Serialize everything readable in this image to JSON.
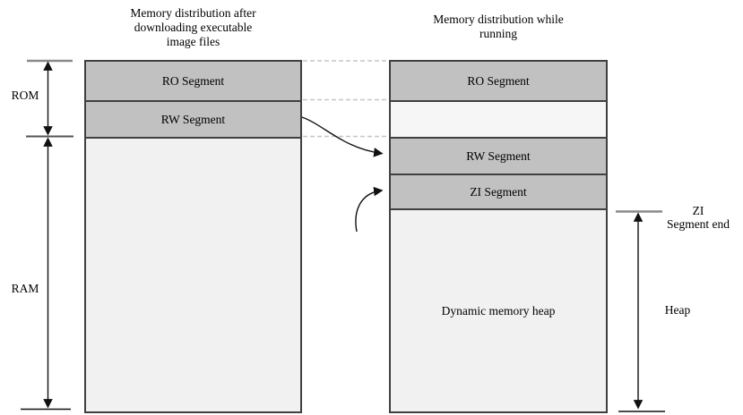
{
  "titles": {
    "left": "Memory distribution after\ndownloading executable\nimage files",
    "right": "Memory distribution while\nrunning"
  },
  "left_column": {
    "segments": [
      {
        "label": "RO Segment"
      },
      {
        "label": "RW Segment"
      },
      {
        "label": ""
      }
    ]
  },
  "right_column": {
    "segments": [
      {
        "label": "RO Segment"
      },
      {
        "label": ""
      },
      {
        "label": "RW Segment"
      },
      {
        "label": "ZI Segment"
      },
      {
        "label": "Dynamic memory heap"
      }
    ]
  },
  "dimension_labels": {
    "rom": "ROM",
    "ram": "RAM",
    "zi_segment_end": "ZI\nSegment end",
    "heap": "Heap"
  },
  "colors": {
    "segment_dark": "#c1c1c1",
    "segment_light": "#f1f1f1",
    "segment_lighter": "#f6f6f6",
    "border": "#404040",
    "dashed_line": "#c6c6c6",
    "tick_gray": "#8a8a8a",
    "arrow": "#111111"
  }
}
